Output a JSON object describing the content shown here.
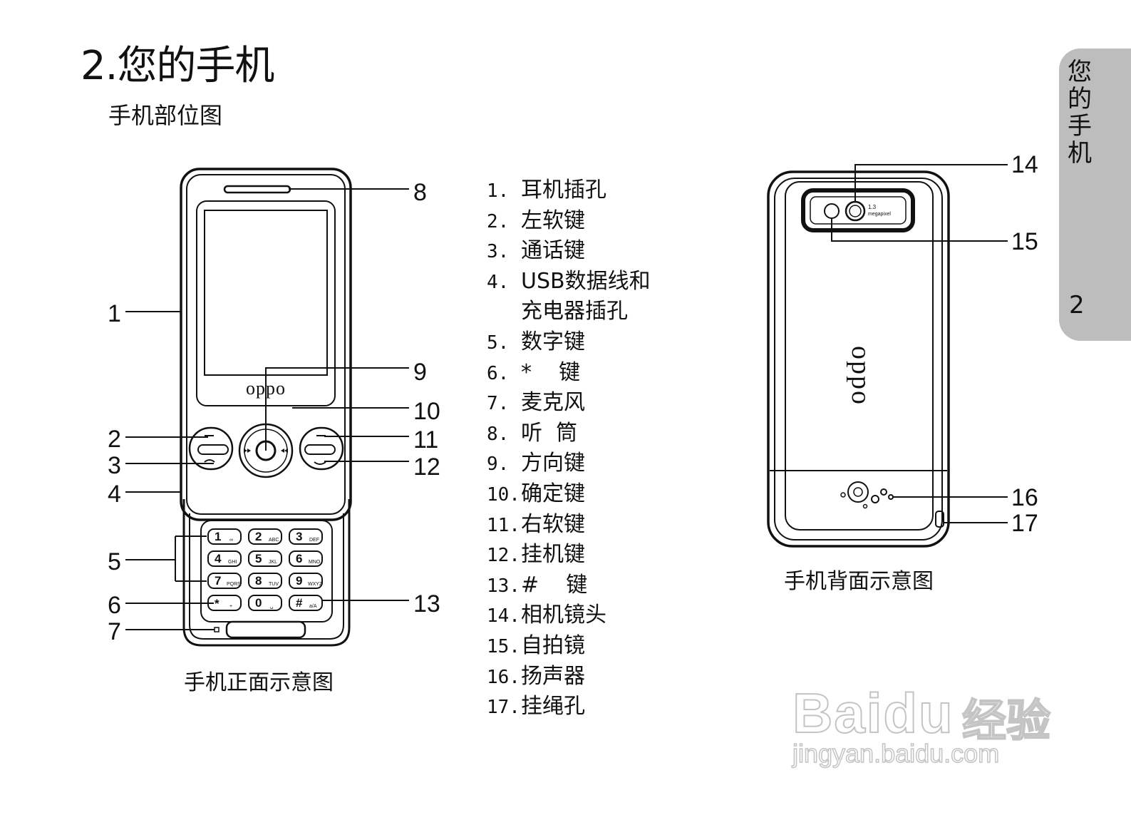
{
  "page": {
    "title": "2.您的手机",
    "subtitle": "手机部位图",
    "side_tab": {
      "label": "您的手机",
      "page_number": "2"
    }
  },
  "front": {
    "caption": "手机正面示意图",
    "brand": "oppo",
    "callouts": [
      "1",
      "2",
      "3",
      "4",
      "5",
      "6",
      "7",
      "8",
      "9",
      "10",
      "11",
      "12",
      "13"
    ],
    "keys": [
      {
        "main": "1",
        "sub": "∞"
      },
      {
        "main": "2",
        "sub": "ABC"
      },
      {
        "main": "3",
        "sub": "DEF"
      },
      {
        "main": "4",
        "sub": "GHI"
      },
      {
        "main": "5",
        "sub": "JKL"
      },
      {
        "main": "6",
        "sub": "MNO"
      },
      {
        "main": "7",
        "sub": "PQRS"
      },
      {
        "main": "8",
        "sub": "TUV"
      },
      {
        "main": "9",
        "sub": "WXYZ"
      },
      {
        "main": "*",
        "sub": "+"
      },
      {
        "main": "0",
        "sub": "␣"
      },
      {
        "main": "#",
        "sub": "a/A"
      }
    ]
  },
  "back": {
    "caption": "手机背面示意图",
    "brand": "oppo",
    "camera_label": [
      "1.3",
      "megapixel"
    ],
    "callouts": [
      "14",
      "15",
      "16",
      "17"
    ]
  },
  "legend": [
    {
      "num": "1.",
      "text": "耳机插孔"
    },
    {
      "num": "2.",
      "text": "左软键"
    },
    {
      "num": "3.",
      "text": "通话键"
    },
    {
      "num": "4.",
      "text": "USB数据线和"
    },
    {
      "num": "",
      "text": "充电器插孔"
    },
    {
      "num": "5.",
      "text": "数字键"
    },
    {
      "num": "6.",
      "text": "*    键"
    },
    {
      "num": "7.",
      "text": "麦克风"
    },
    {
      "num": "8.",
      "text": "听  筒"
    },
    {
      "num": "9.",
      "text": "方向键"
    },
    {
      "num": "10.",
      "text": "确定键"
    },
    {
      "num": "11.",
      "text": "右软键"
    },
    {
      "num": "12.",
      "text": "挂机键"
    },
    {
      "num": "13.",
      "text": "#    键"
    },
    {
      "num": "14.",
      "text": "相机镜头"
    },
    {
      "num": "15.",
      "text": "自拍镜"
    },
    {
      "num": "16.",
      "text": "扬声器"
    },
    {
      "num": "17.",
      "text": "挂绳孔"
    }
  ],
  "watermark": {
    "brand": "Baidu",
    "product": "经验",
    "url": "jingyan.baidu.com"
  }
}
